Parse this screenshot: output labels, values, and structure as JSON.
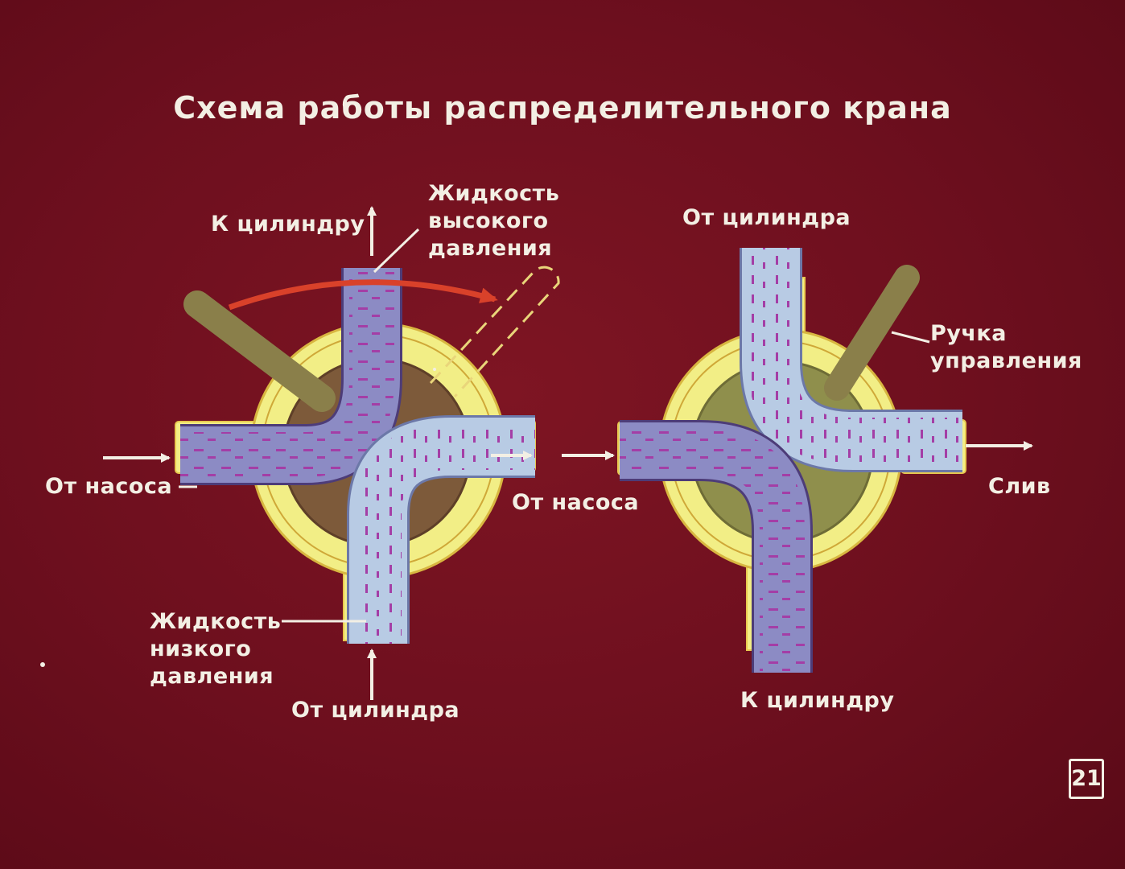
{
  "title": "Схема работы распределительного крана",
  "left": {
    "label_to_cylinder": "К цилиндру",
    "label_from_pump": "От насоса",
    "label_from_cylinder": "От цилиндра",
    "label_high_pressure": [
      "Жидкость",
      "высокого",
      "давления"
    ],
    "label_low_pressure": [
      "Жидкость",
      "низкого",
      "давления"
    ]
  },
  "right": {
    "label_from_cylinder": "От цилиндра",
    "label_from_pump": "От насоса",
    "label_to_cylinder": "К цилиндру",
    "label_drain": "Слив",
    "label_handle": [
      "Ручка",
      "управления"
    ]
  },
  "page_number": "21",
  "colors": {
    "background": "#6d0f1e",
    "housing": "#f2ee86",
    "rotor": "#7d5a3a",
    "rotor_right": "#8f8f4c",
    "high_pressure_fluid": "#8c8bc4",
    "low_pressure_fluid": "#b8cbe4",
    "handle": "#8a7f4a",
    "rotation_arrow": "#d9412a"
  }
}
